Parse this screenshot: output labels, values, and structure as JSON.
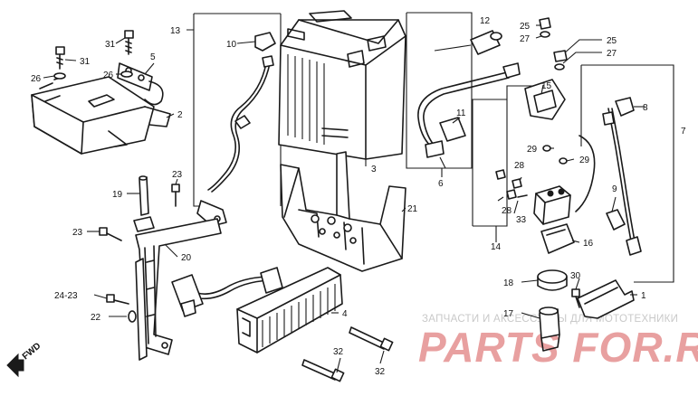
{
  "callouts": {
    "p1": "1",
    "p2": "2",
    "p3": "3",
    "p4": "4",
    "p5": "5",
    "p6": "6",
    "p7": "7",
    "p8": "8",
    "p9": "9",
    "p10": "10",
    "p11": "11",
    "p12": "12",
    "p13": "13",
    "p14": "14",
    "p15": "15",
    "p16": "16",
    "p17": "17",
    "p18": "18",
    "p19": "19",
    "p20": "20",
    "p21": "21",
    "p22": "22",
    "p23a": "23",
    "p23b": "23",
    "p24": "24-23",
    "p25a": "25",
    "p25b": "25",
    "p26a": "26",
    "p26b": "26",
    "p27a": "27",
    "p27b": "27",
    "p28a": "28",
    "p28b": "28",
    "p29a": "29",
    "p29b": "29",
    "p30": "30",
    "p31a": "31",
    "p31b": "31",
    "p32a": "32",
    "p32b": "32",
    "p33": "33"
  },
  "direction": {
    "label": "FWD"
  },
  "watermark": {
    "caption": "ЗАПЧАСТИ И АКСЕССУАРЫ ДЛЯ МОТОТЕХНИКИ",
    "logo_text": "PARTS FOR.RU",
    "color": "#e8a0a0"
  }
}
